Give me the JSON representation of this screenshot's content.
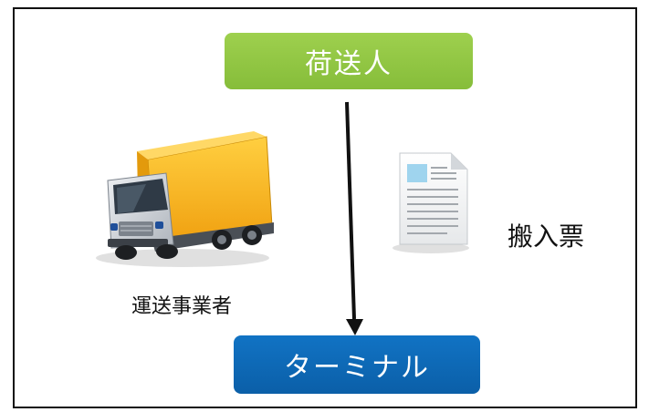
{
  "diagram": {
    "shipper": "荷送人",
    "terminal": "ターミナル",
    "document": "搬入票",
    "carrier": "運送事業者"
  },
  "colors": {
    "shipper_box": "#8cc63f",
    "terminal_box": "#0e68b5",
    "arrow": "#111111",
    "truck_cargo": "#f5b21c",
    "truck_cab": "#d9dde2"
  },
  "icons": [
    "truck-icon",
    "document-icon",
    "down-arrow-icon"
  ]
}
